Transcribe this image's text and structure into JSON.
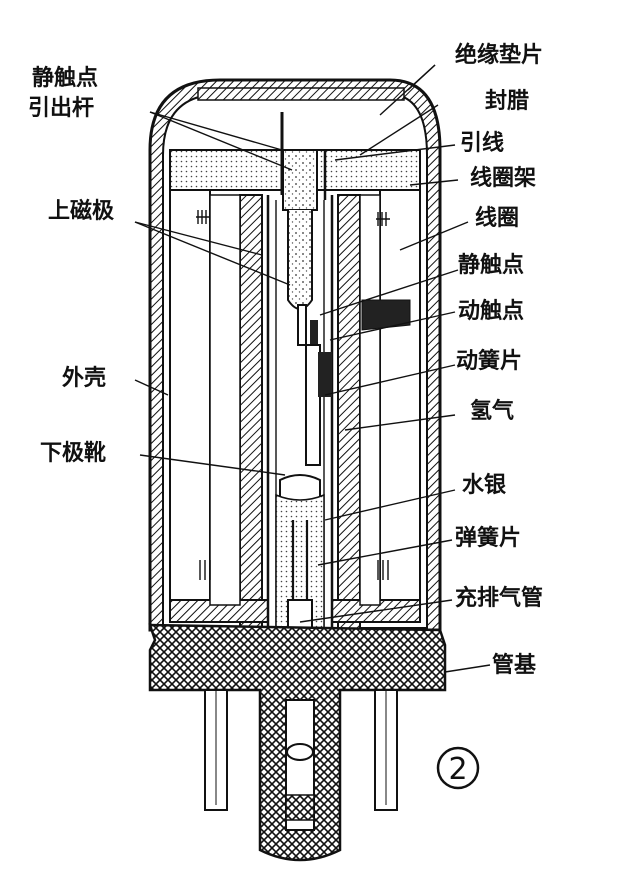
{
  "labels": {
    "static_contact_lead_line1": "静触点",
    "static_contact_lead_line2": "引出杆",
    "insulating_gasket": "绝缘垫片",
    "sealing_wax": "封腊",
    "lead_wire": "引线",
    "coil_frame": "线圈架",
    "upper_pole": "上磁极",
    "coil": "线圈",
    "static_contact": "静触点",
    "moving_contact": "动触点",
    "moving_reed": "动簧片",
    "outer_shell": "外壳",
    "hydrogen": "氢气",
    "lower_pole_shoe": "下极靴",
    "mercury": "水银",
    "spring_reed": "弹簧片",
    "fill_exhaust_tube": "充排气管",
    "tube_base": "管基"
  },
  "figure_number": "2"
}
